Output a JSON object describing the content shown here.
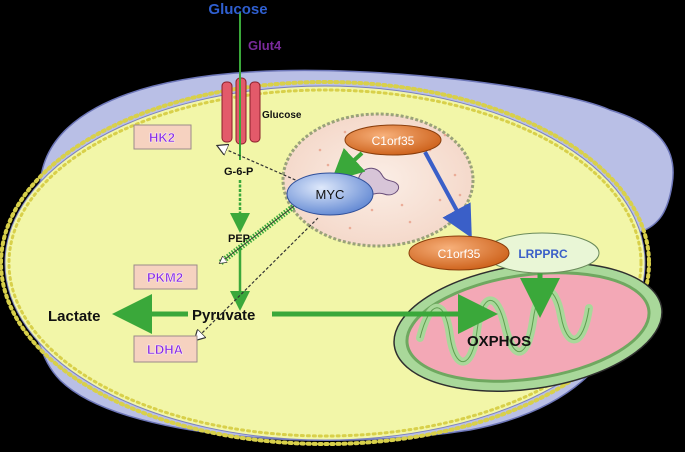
{
  "labels": {
    "glucose_top": "Glucose",
    "glut4": "Glut4",
    "glucose_inner": "Glucose",
    "g6p": "G-6-P",
    "pep": "PEP",
    "pyruvate": "Pyruvate",
    "lactate": "Lactate",
    "oxphos": "OXPHOS"
  },
  "enzymes": {
    "hk2": "HK2",
    "pkm2": "PKM2",
    "ldha": "LDHA"
  },
  "proteins": {
    "c1orf35_nucleus": "C1orf35",
    "myc": "MYC",
    "c1orf35_complex": "C1orf35",
    "lrpprc": "LRPPRC"
  },
  "colors": {
    "glucose_blue": "#2f5fd0",
    "glut4_purple": "#7a2a9a",
    "enzyme_text": "#8a2be2",
    "enzyme_box": "#f6d2c0",
    "arrow_green": "#3aa83a",
    "arrow_blue": "#3a5fc8",
    "cell_yellow": "#f2f6a8",
    "membrane_lilac": "#b9bfe6",
    "orange_protein": "#e07b2e",
    "myc_blue": "#6f93d8",
    "lrpprc_green": "#e9f6d6",
    "mito_green": "#a9d89a",
    "mito_pink": "#f3a8b6"
  }
}
